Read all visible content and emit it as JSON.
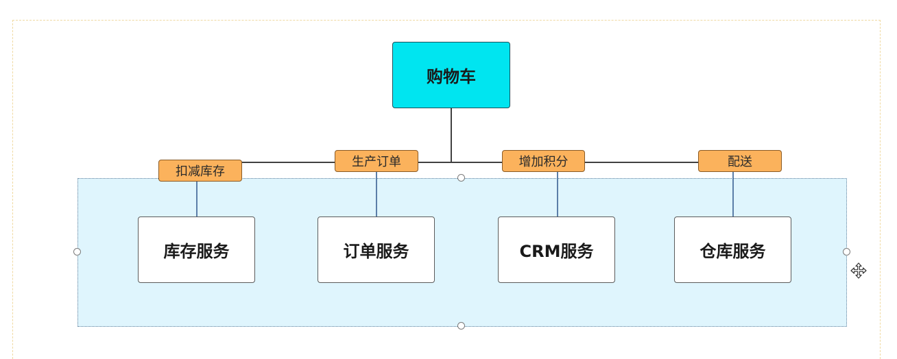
{
  "diagram": {
    "root": {
      "label": "购物车",
      "color": "#00e5f0"
    },
    "branches": [
      {
        "tag": "扣减库存",
        "service": "库存服务"
      },
      {
        "tag": "生产订单",
        "service": "订单服务"
      },
      {
        "tag": "增加积分",
        "service": "CRM服务"
      },
      {
        "tag": "配送",
        "service": "仓库服务"
      }
    ],
    "tag_color": "#fbb25c",
    "selection_color": "#dff5fd",
    "cursor_icon": "move-icon"
  }
}
